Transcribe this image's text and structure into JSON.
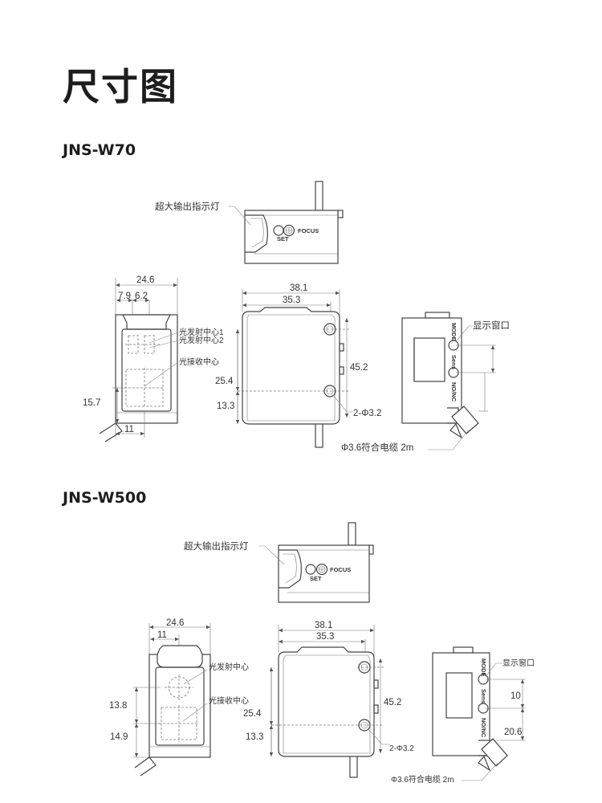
{
  "page": {
    "title": "尺寸图"
  },
  "w70": {
    "model": "JNS-W70",
    "labels": {
      "indicator": "超大输出指示灯",
      "focus": "FOCUS",
      "set": "SET",
      "emit1": "光发射中心1",
      "emit2": "光发射中心2",
      "receive": "光接收中心",
      "display": "显示窗口",
      "cable": "Φ3.6符合电缆 2m",
      "mode": "MODE",
      "noc": "NO/NC",
      "tiny_mid": "Sens"
    },
    "dims": {
      "front_width": "24.6",
      "pitch_a": "7.9",
      "pitch_b": "6.2",
      "h15_7": "15.7",
      "w11": "11",
      "w38_1": "38.1",
      "w35_3": "35.3",
      "h45_2": "45.2",
      "h25_4": "25.4",
      "h13_3": "13.3",
      "holes": "2-Φ3.2"
    }
  },
  "w500": {
    "model": "JNS-W500",
    "labels": {
      "indicator": "超大输出指示灯",
      "focus": "FOCUS",
      "set": "SET",
      "emit": "光发射中心",
      "receive": "光接收中心",
      "display": "显示窗口",
      "cable": "Φ3.6符合电缆 2m",
      "mode": "MODE",
      "noc": "NO/NC",
      "tiny_mid": "Sens"
    },
    "dims": {
      "front_width": "24.6",
      "w11": "11",
      "h13_8": "13.8",
      "h14_9": "14.9",
      "w38_1": "38.1",
      "w35_3": "35.3",
      "h45_2": "45.2",
      "h25_4": "25.4",
      "h13_3": "13.3",
      "holes": "2-Φ3.2",
      "d10": "10",
      "d20_6": "20.6"
    }
  }
}
